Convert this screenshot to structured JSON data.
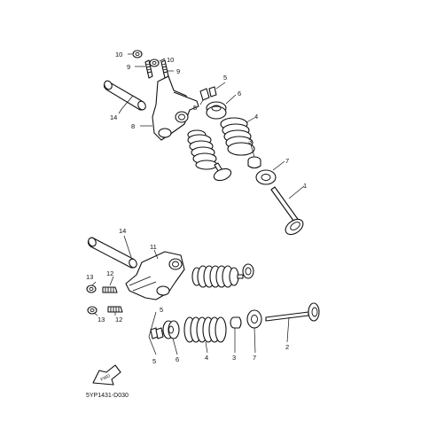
{
  "diagram": {
    "drawing_code": "5YP1431-D030",
    "front_arrow_label": "FWD",
    "callouts": {
      "c10a": "10",
      "c10b": "10",
      "c9a": "9",
      "c9b": "9",
      "c14a": "14",
      "c14b": "14",
      "c8": "8",
      "c11": "11",
      "c5a": "5",
      "c5b": "5",
      "c5c": "5",
      "c5d": "5",
      "c6a": "6",
      "c6b": "6",
      "c4a": "4",
      "c4b": "4",
      "c3a": "3",
      "c3b": "3",
      "c7a": "7",
      "c7b": "7",
      "c1": "1",
      "c2": "2",
      "c13a": "13",
      "c13b": "13",
      "c12a": "12",
      "c12b": "12"
    }
  }
}
